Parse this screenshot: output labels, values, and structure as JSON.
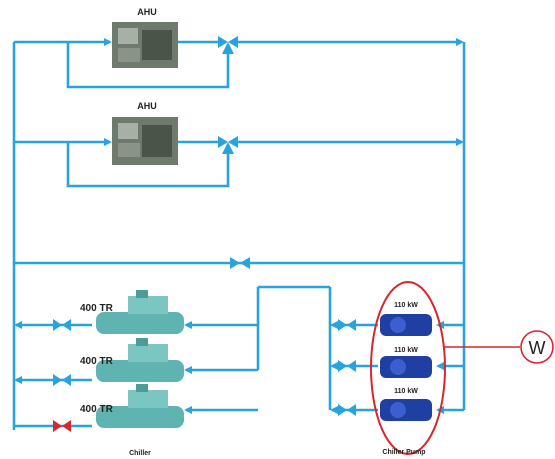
{
  "ahu": {
    "top_label": "AHU",
    "bottom_label": "AHU"
  },
  "chillers": [
    {
      "label": "400 TR"
    },
    {
      "label": "400 TR"
    },
    {
      "label": "400 TR"
    }
  ],
  "chiller_caption": "Chiller",
  "pumps": [
    {
      "label": "110 kW"
    },
    {
      "label": "110 kW"
    },
    {
      "label": "110 kW"
    }
  ],
  "pump_caption": "Chiller Pump",
  "meter_label": "W",
  "colors": {
    "pipe": "#29a3e0",
    "highlight": "#d8262e",
    "pump_body": "#1f3fa3",
    "chiller_body": "#5fb3b0",
    "closed_valve": "#d8262e"
  },
  "icons": [
    "ahu-unit-icon",
    "three-way-valve-icon",
    "gate-valve-icon",
    "chiller-unit-icon",
    "pump-icon",
    "power-meter-icon"
  ]
}
